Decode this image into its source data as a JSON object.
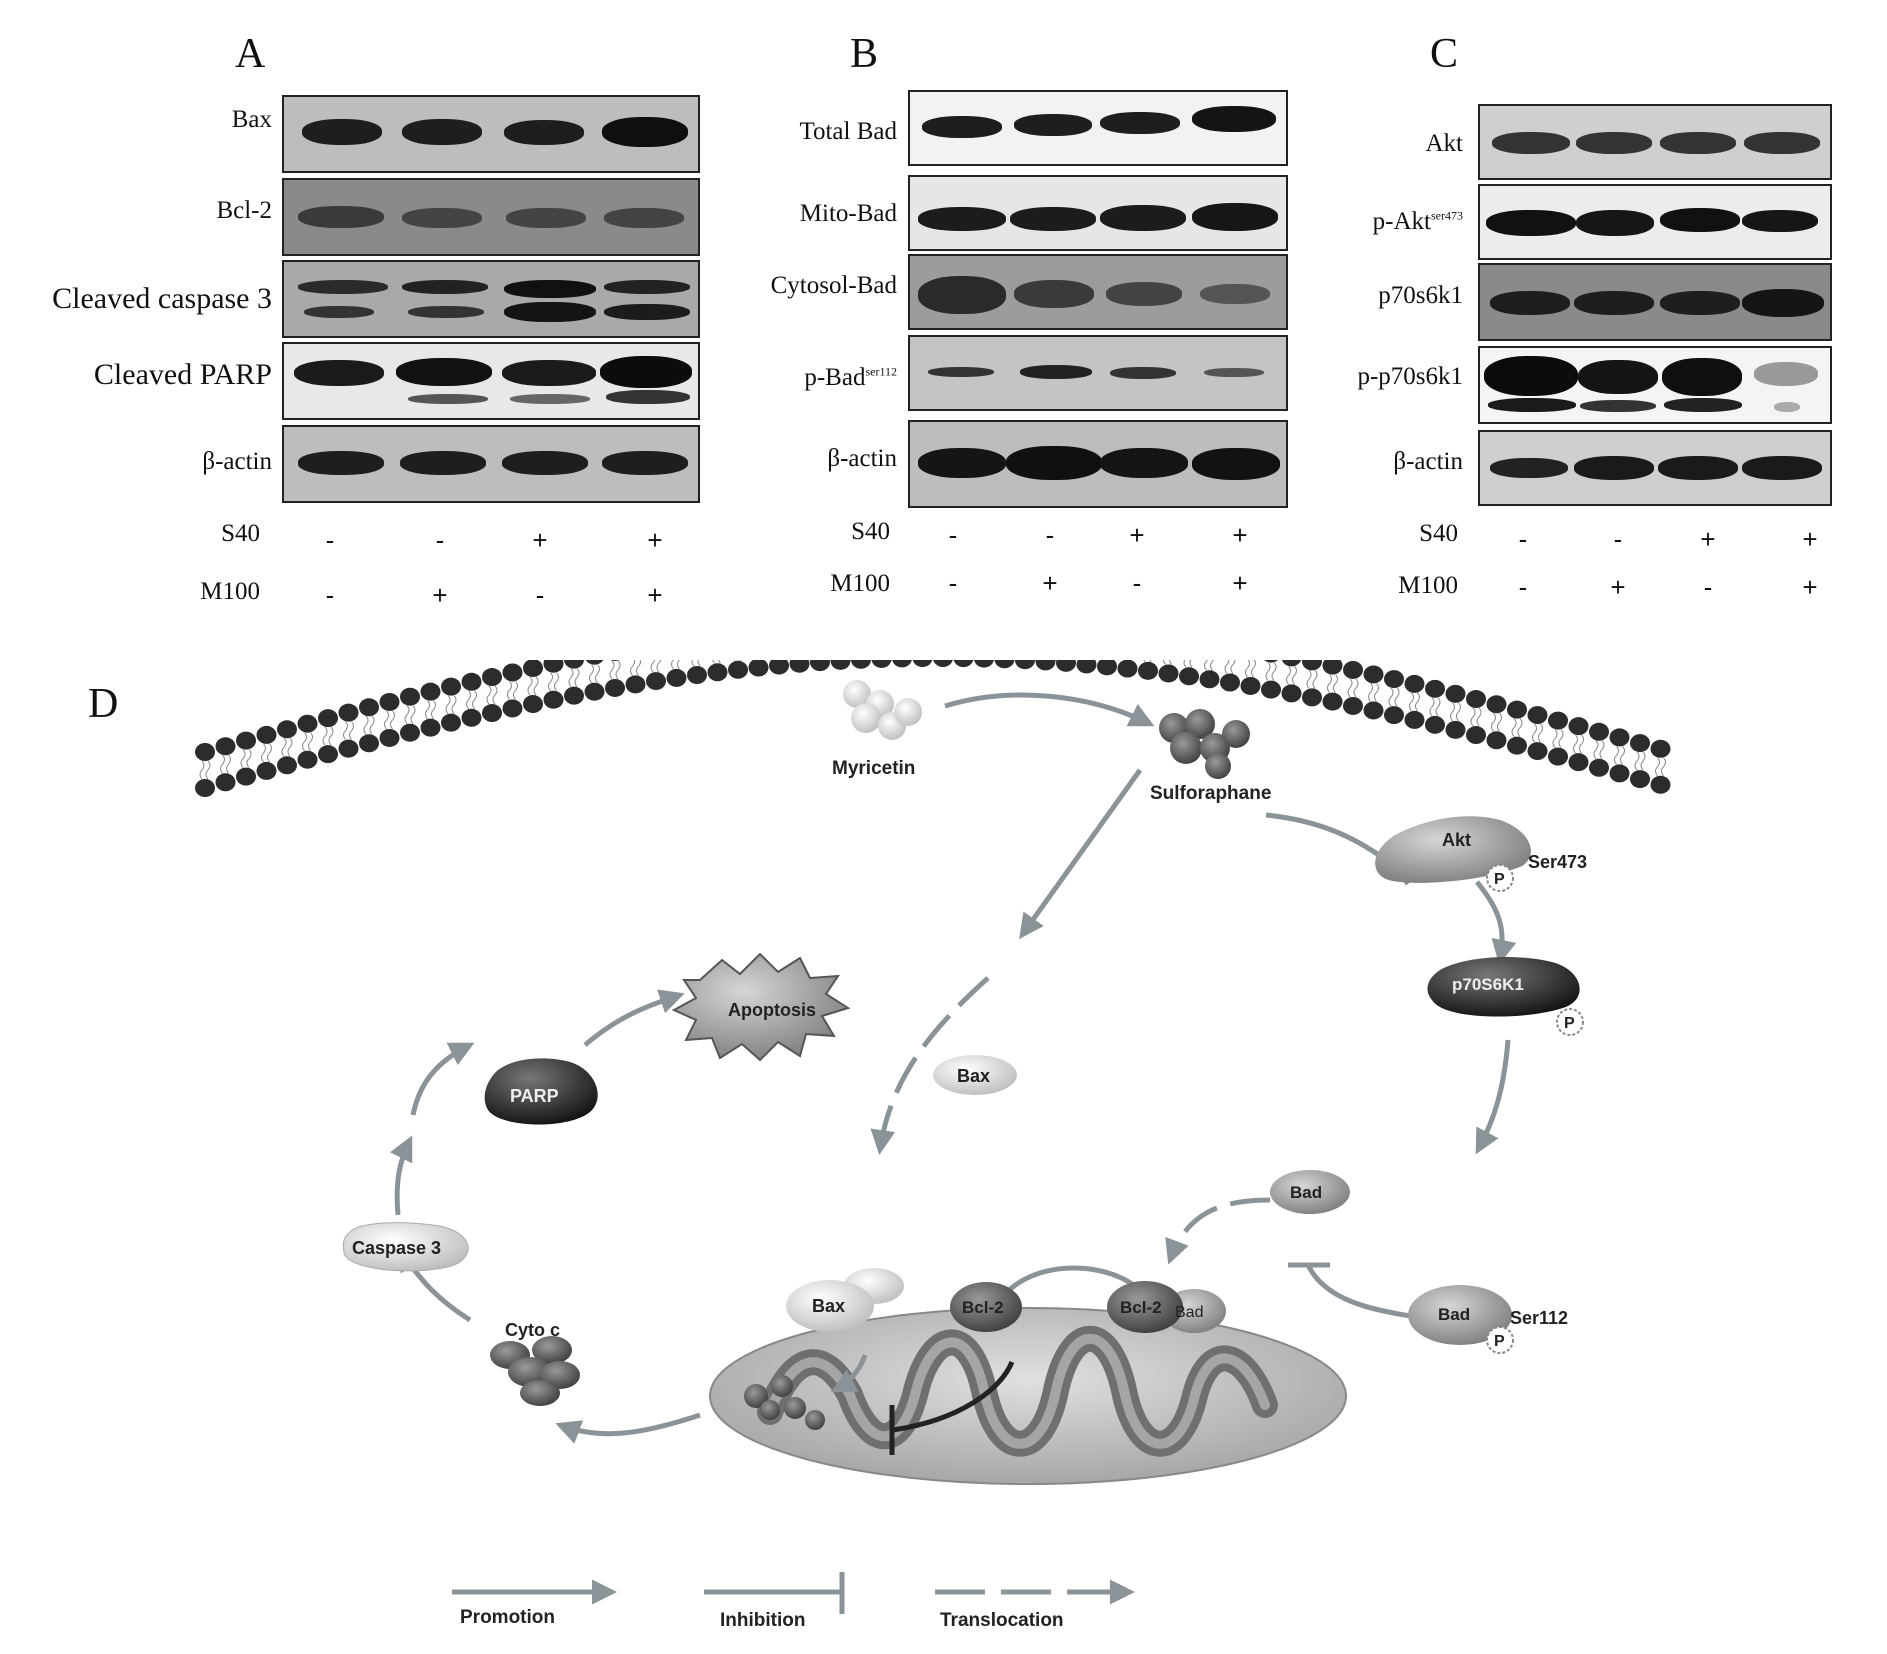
{
  "panels": {
    "A": {
      "label": "A",
      "rows": [
        "Bax",
        "Bcl-2",
        "Cleaved caspase 3",
        "Cleaved PARP",
        "β-actin"
      ],
      "treatments": {
        "s40_label": "S40",
        "m100_label": "M100"
      },
      "s40": [
        "-",
        "-",
        "+",
        "+"
      ],
      "m100": [
        "-",
        "+",
        "-",
        "+"
      ]
    },
    "B": {
      "label": "B",
      "rows": [
        "Total Bad",
        "Mito-Bad",
        "Cytosol-Bad",
        "p-Bad",
        "β-actin"
      ],
      "pbad_sup": "ser112",
      "treatments": {
        "s40_label": "S40",
        "m100_label": "M100"
      },
      "s40": [
        "-",
        "-",
        "+",
        "+"
      ],
      "m100": [
        "-",
        "+",
        "-",
        "+"
      ]
    },
    "C": {
      "label": "C",
      "rows": [
        "Akt",
        "p-Akt",
        "p70s6k1",
        "p-p70s6k1",
        "β-actin"
      ],
      "pakt_sup": "ser473",
      "treatments": {
        "s40_label": "S40",
        "m100_label": "M100"
      },
      "s40": [
        "-",
        "-",
        "+",
        "+"
      ],
      "m100": [
        "-",
        "+",
        "-",
        "+"
      ]
    }
  },
  "diagram": {
    "label": "D",
    "nodes": {
      "myricetin": "Myricetin",
      "sulforaphane": "Sulforaphane",
      "akt": "Akt",
      "ser473": "Ser473",
      "p70": "p70S6K1",
      "bad_free": "Bad",
      "bad_p": "Bad",
      "ser112": "Ser112",
      "apoptosis": "Apoptosis",
      "parp": "PARP",
      "caspase3": "Caspase 3",
      "cytoc": "Cyto c",
      "bax_cyto": "Bax",
      "bax_mito": "Bax",
      "bcl2": "Bcl-2",
      "bcl2bad_bcl2": "Bcl-2",
      "bcl2bad_bad": "Bad",
      "p_symbol": "P"
    },
    "legend": {
      "promotion": "Promotion",
      "inhibition": "Inhibition",
      "translocation": "Translocation"
    }
  }
}
